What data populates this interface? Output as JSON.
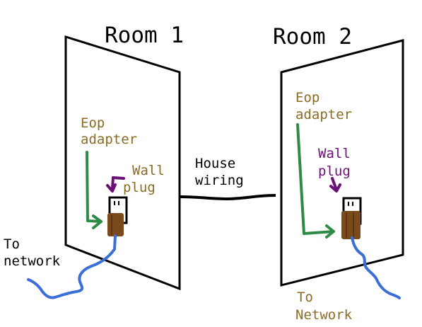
{
  "room1": {
    "title": "Room 1",
    "eop_label_line1": "Eop",
    "eop_label_line2": "adapter",
    "plug_label_line1": "Wall",
    "plug_label_line2": "plug",
    "network_label_line1": "To",
    "network_label_line2": "network"
  },
  "room2": {
    "title": "Room 2",
    "eop_label_line1": "Eop",
    "eop_label_line2": "adapter",
    "plug_label_line1": "Wall",
    "plug_label_line2": "plug",
    "network_label_line1": "To",
    "network_label_line2": "Network"
  },
  "wiring": {
    "label_line1": "House",
    "label_line2": "wiring"
  },
  "colors": {
    "wall": "#000000",
    "eop_arrow": "#2e8b46",
    "plug_arrow": "#6b1077",
    "network_cable": "#3a6fd8",
    "adapter_fill": "#7a4a1c",
    "eop_text": "#8b6b25",
    "plug_text": "#6b1077"
  }
}
